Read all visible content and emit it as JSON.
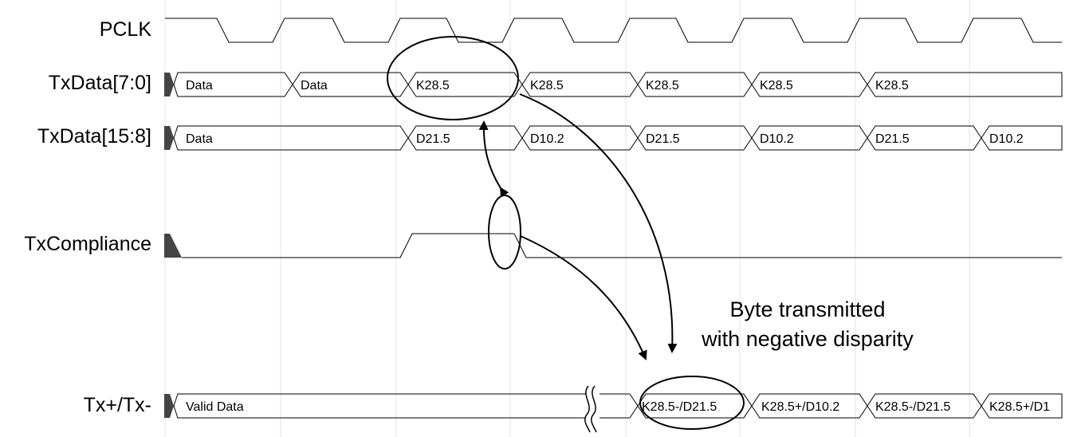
{
  "signals": {
    "pclk": "PCLK",
    "txdata_lo": "TxData[7:0]",
    "txdata_hi": "TxData[15:8]",
    "txcompliance": "TxCompliance",
    "txdiff": "Tx+/Tx-"
  },
  "txdata_lo_values": [
    "Data",
    "Data",
    "K28.5",
    "K28.5",
    "K28.5",
    "K28.5",
    "K28.5"
  ],
  "txdata_hi_values": [
    "Data",
    "D21.5",
    "D10.2",
    "D21.5",
    "D10.2",
    "D21.5",
    "D10.2"
  ],
  "tx_values": [
    "Valid Data",
    "K28.5-/D21.5",
    "K28.5+/D10.2",
    "K28.5-/D21.5",
    "K28.5+/D1"
  ],
  "annotation": {
    "line1": "Byte transmitted",
    "line2": "with negative disparity"
  }
}
